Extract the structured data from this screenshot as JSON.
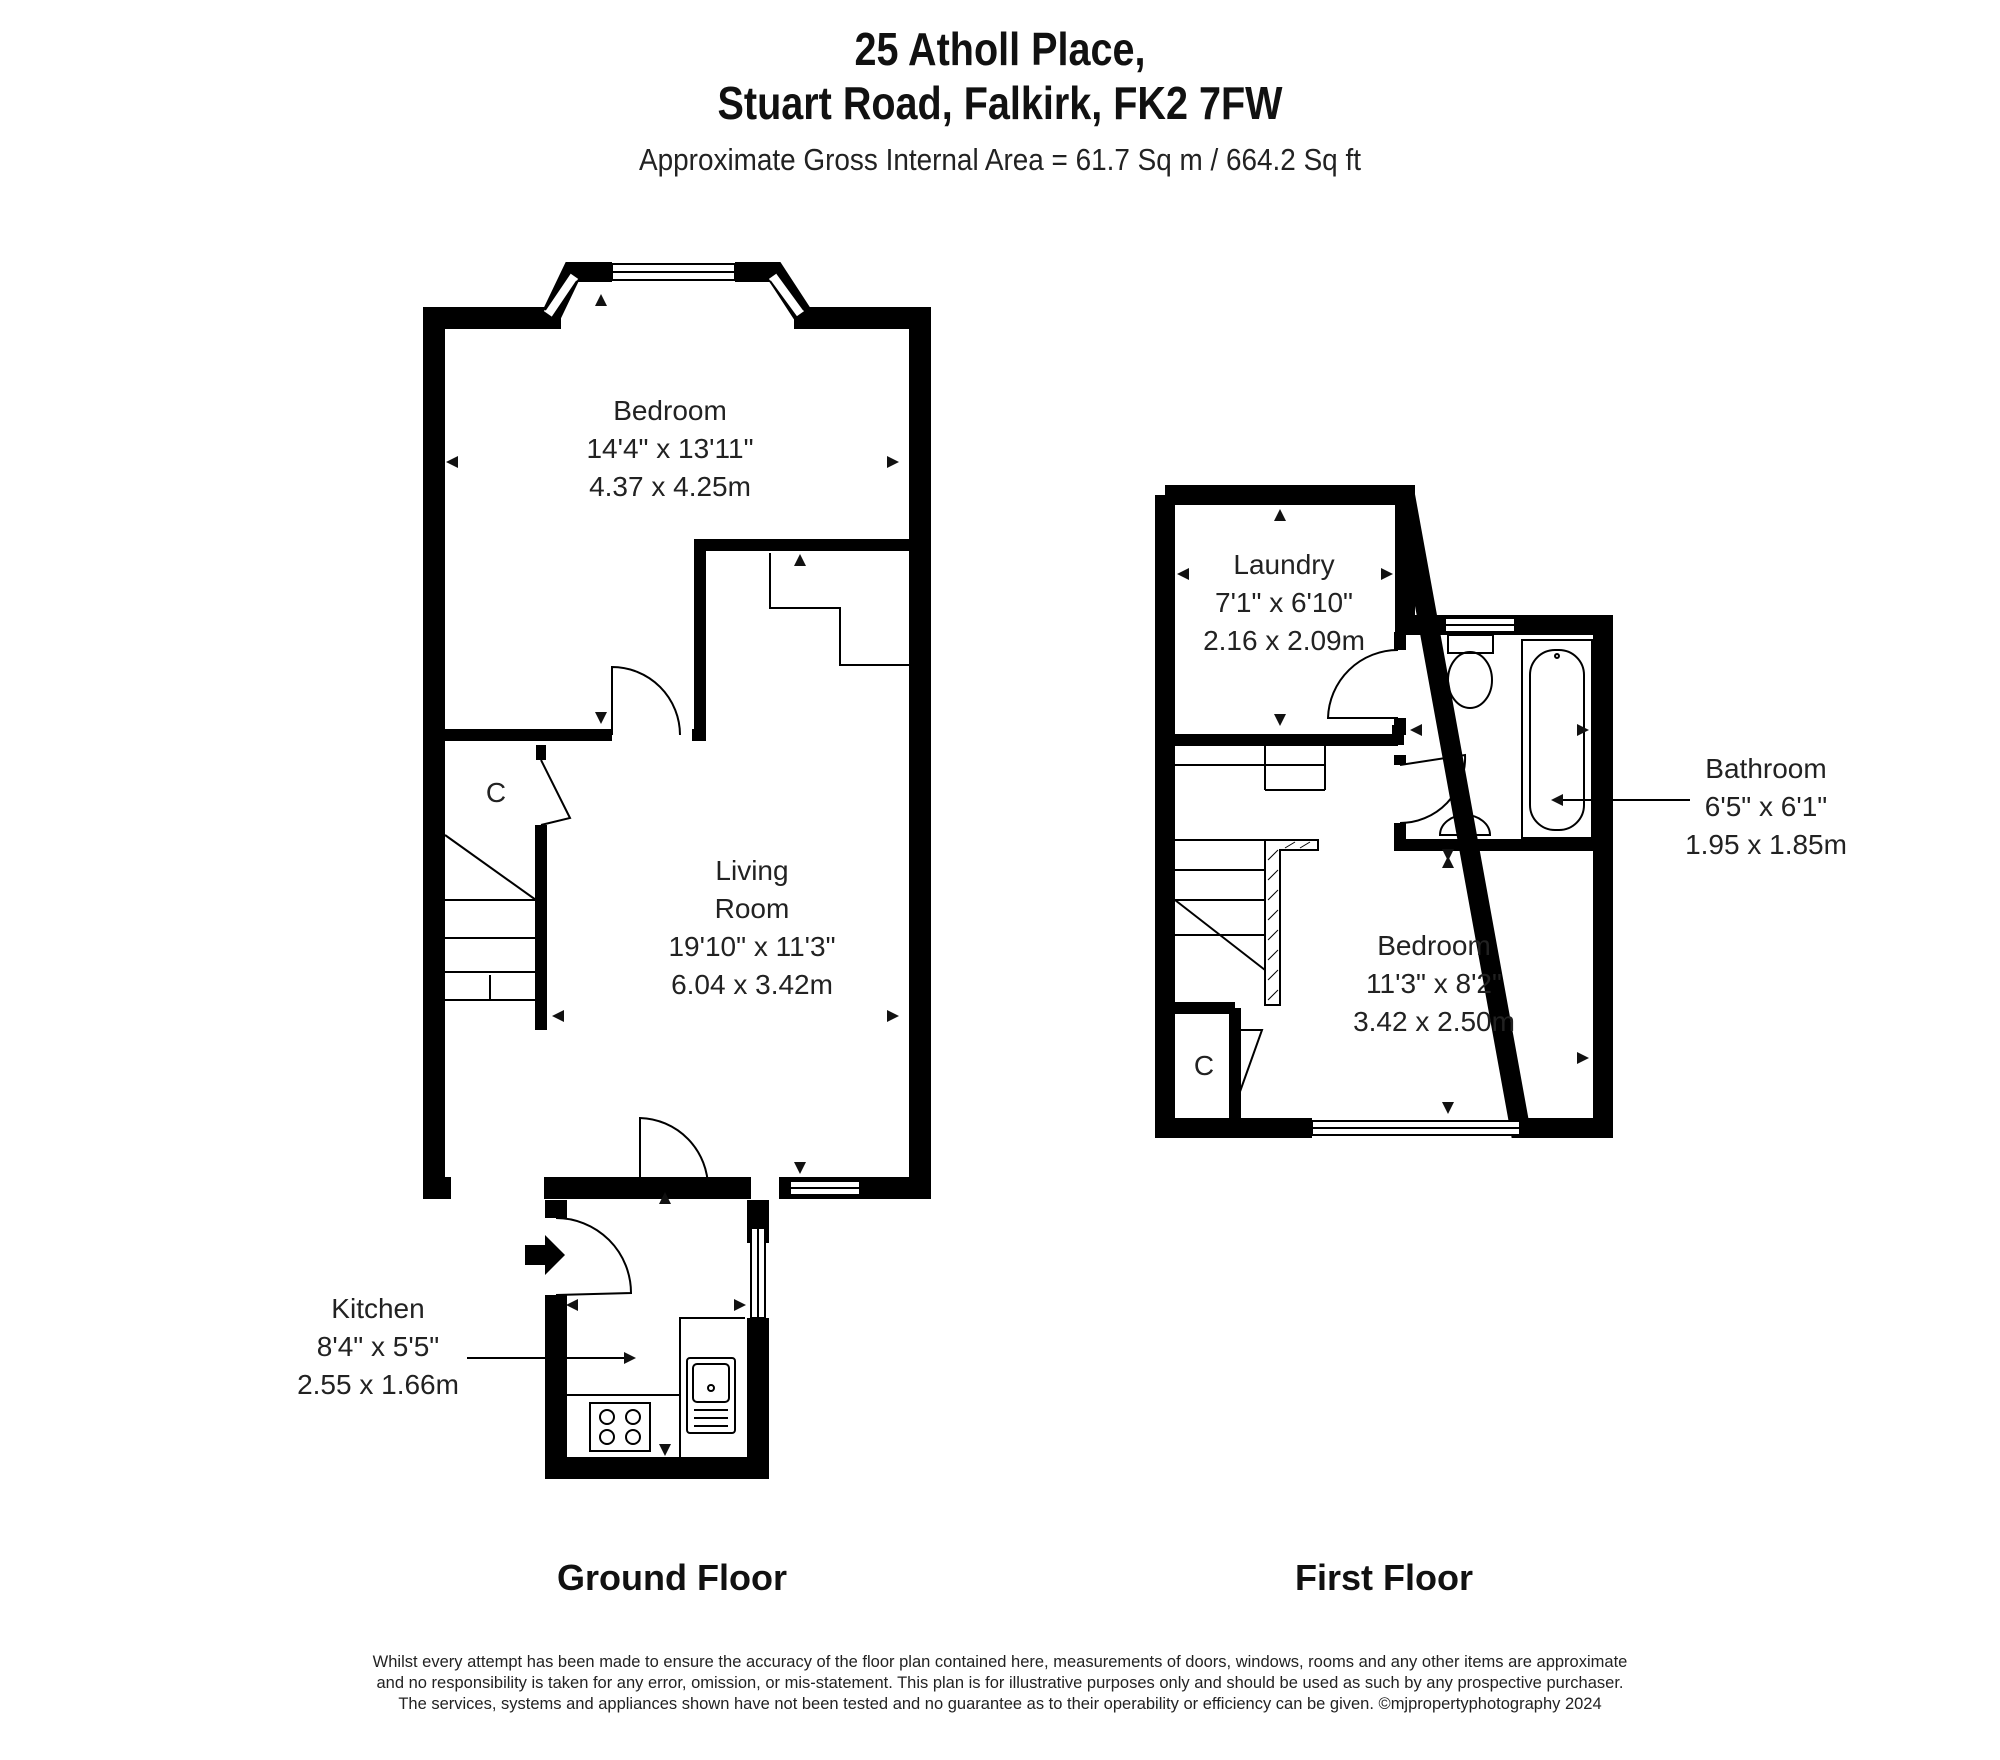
{
  "header": {
    "title_line1": "25 Atholl Place,",
    "title_line2": "Stuart Road, Falkirk, FK2 7FW",
    "subtitle": "Approximate Gross Internal Area = 61.7 Sq m / 664.2 Sq ft"
  },
  "ground_floor": {
    "label": "Ground Floor",
    "bedroom": {
      "name": "Bedroom",
      "imperial": "14'4\" x 13'11\"",
      "metric": "4.37 x 4.25m"
    },
    "cupboard": "C",
    "living_room": {
      "name_line1": "Living",
      "name_line2": "Room",
      "imperial": "19'10\" x 11'3\"",
      "metric": "6.04 x 3.42m"
    },
    "kitchen": {
      "name": "Kitchen",
      "imperial": "8'4\" x 5'5\"",
      "metric": "2.55 x 1.66m"
    }
  },
  "first_floor": {
    "label": "First Floor",
    "laundry": {
      "name": "Laundry",
      "imperial": "7'1\" x 6'10\"",
      "metric": "2.16 x 2.09m"
    },
    "bathroom": {
      "name": "Bathroom",
      "imperial": "6'5\" x 6'1\"",
      "metric": "1.95 x 1.85m"
    },
    "bedroom": {
      "name": "Bedroom",
      "imperial": "11'3\" x 8'2\"",
      "metric": "3.42 x 2.50m"
    },
    "cupboard": "C"
  },
  "disclaimer": {
    "line1": "Whilst every attempt has been made to ensure the accuracy of the floor plan contained here, measurements of doors, windows, rooms and any other items are approximate",
    "line2": "and no responsibility is taken for any error, omission, or mis-statement. This plan is for illustrative purposes only and should be used as such by any prospective purchaser.",
    "line3": "The services, systems and appliances shown have not been tested and no guarantee as to their operability or efficiency can be given. ©mjpropertyphotography 2024"
  }
}
